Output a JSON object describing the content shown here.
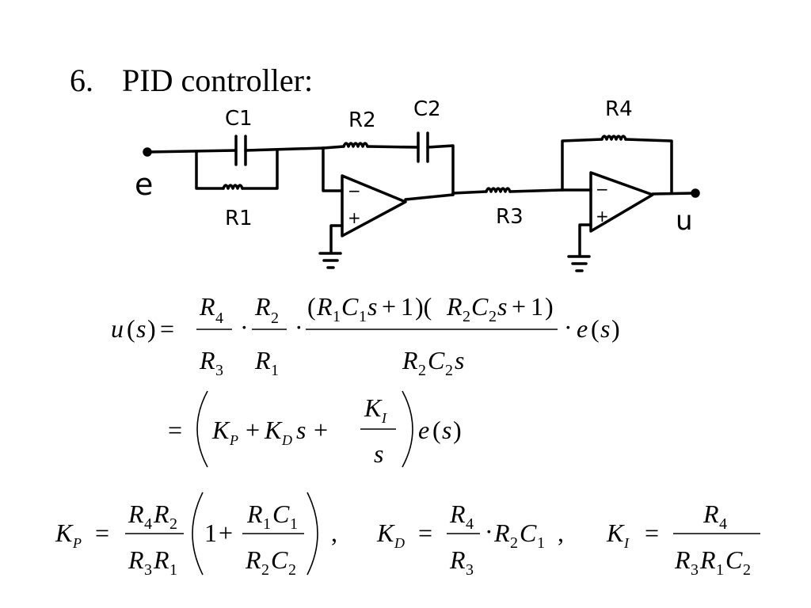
{
  "slide": {
    "number": "6.",
    "title": "PID controller:"
  },
  "circuit": {
    "labels": {
      "input": "e",
      "output": "u",
      "c1": "C1",
      "c2": "C2",
      "r1": "R1",
      "r2": "R2",
      "r3": "R3",
      "r4": "R4",
      "minus": "−",
      "plus": "+"
    }
  },
  "equations": {
    "eq1": {
      "lhs": "u(s) =",
      "f1_num": "R4",
      "f1_den": "R3",
      "f2_num": "R2",
      "f2_den": "R1",
      "f3_num": "(R1C1s + 1)(R2C2s + 1)",
      "f3_den": "R2C2s",
      "rhs": "· e(s)"
    },
    "eq2": {
      "text": "= ( KP + KDs + KI / s ) e(s)"
    },
    "gains": {
      "kp": "KP = (R4R2 / R3R1) (1 + R1C1 / R2C2) ,",
      "kd": "KD = (R4 / R3) · R2C1 ,",
      "ki": "KI = R4 / (R3R1C2)"
    }
  }
}
